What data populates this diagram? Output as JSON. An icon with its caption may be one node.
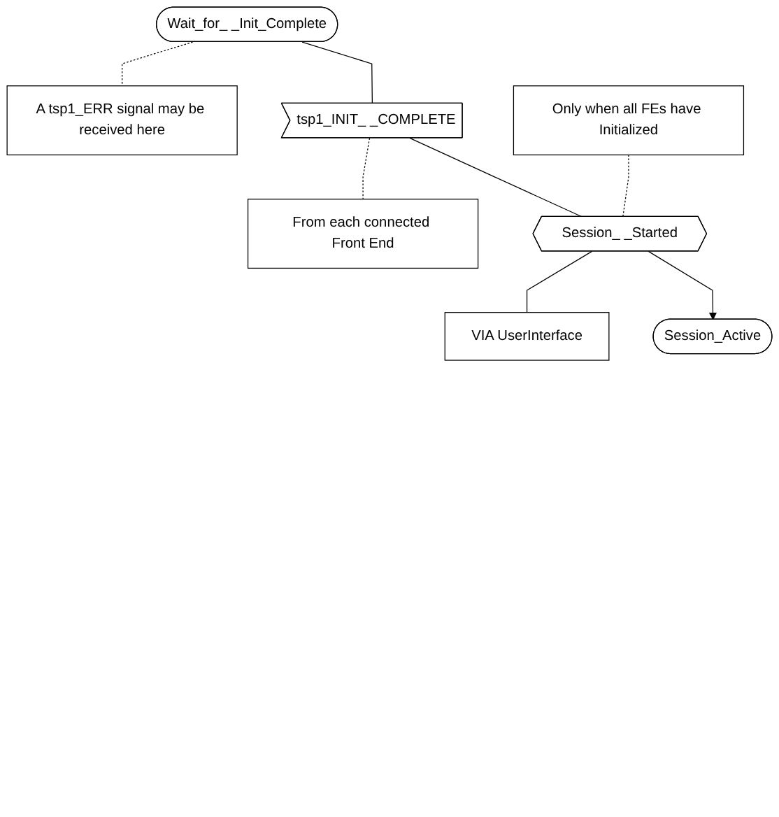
{
  "diagram": {
    "nodes": [
      {
        "text": [
          "Wait_for_ _Init_Complete"
        ]
      },
      {
        "text": [
          "A tsp1_ERR signal may be received here"
        ]
      },
      {
        "text": [
          "tsp1_INIT_ _COMPLETE"
        ]
      },
      {
        "text": [
          "From each connected Front End"
        ]
      },
      {
        "text": [
          "Only when all FEs have Initialized"
        ]
      },
      {
        "text": [
          "Session_ _Started"
        ]
      },
      {
        "text": [
          "VIA UserInterface"
        ]
      },
      {
        "text": [
          "Session_Active"
        ]
      }
    ],
    "edges": [
      {
        "from": 0,
        "to": 1,
        "arrow": "none",
        "style": "dashed"
      },
      {
        "from": 0,
        "to": 2,
        "arrow": "none"
      },
      {
        "from": 2,
        "to": 3,
        "arrow": "none",
        "style": "dashed"
      },
      {
        "from": 2,
        "to": 5,
        "arrow": "none"
      },
      {
        "from": 4,
        "to": 5,
        "arrow": "none",
        "style": "dashed"
      },
      {
        "from": 5,
        "to": 6,
        "arrow": "none"
      },
      {
        "from": 5,
        "to": 7,
        "arrow": "to"
      }
    ]
  }
}
